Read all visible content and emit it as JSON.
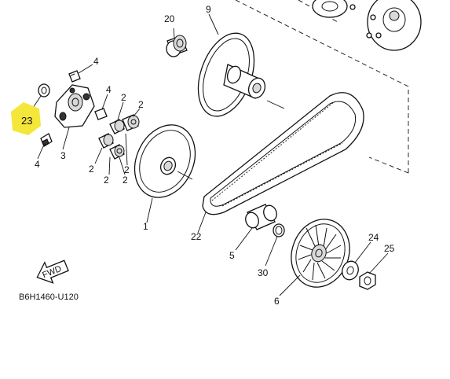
{
  "diagram_code": "B6H1460-U120",
  "fwd_label": "FWD",
  "highlight_color": "#f5e63a",
  "callouts": {
    "p20": "20",
    "p9": "9",
    "p4a": "4",
    "p4b": "4",
    "p4c": "4",
    "p23": "23",
    "p3": "3",
    "p2a": "2",
    "p2b": "2",
    "p2c": "2",
    "p2d": "2",
    "p2e": "2",
    "p2f": "2",
    "p1": "1",
    "p22": "22",
    "p5": "5",
    "p30": "30",
    "p6": "6",
    "p24": "24",
    "p25": "25"
  }
}
